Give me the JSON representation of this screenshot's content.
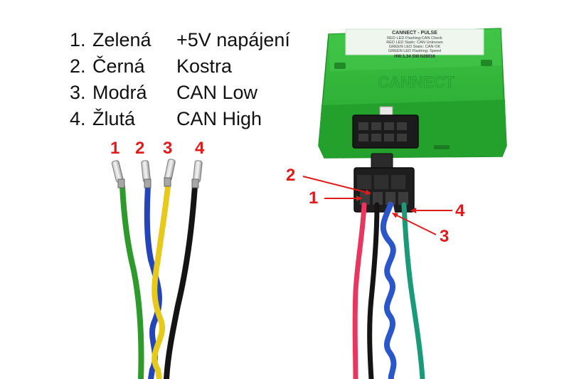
{
  "legend": [
    {
      "num": "1.",
      "color": "Zelená",
      "signal": "+5V napájení"
    },
    {
      "num": "2.",
      "color": "Černá",
      "signal": "Kostra"
    },
    {
      "num": "3.",
      "color": "Modrá",
      "signal": "CAN Low"
    },
    {
      "num": "4.",
      "color": "Žlutá",
      "signal": "CAN High"
    }
  ],
  "wire_numbers": [
    "1",
    "2",
    "3",
    "4"
  ],
  "device_label": {
    "title": "CANNECT - PULSE",
    "lines": [
      "RED LED Flashing:CAN Check",
      "RED LED Static: CAN Unknown",
      "GREEN LED Static: CAN OK",
      "GREEN LED Flashing: Speed"
    ],
    "version": "HW:1.34 SW:N28016"
  },
  "device_embossed": "CANNECT",
  "callouts": [
    "2",
    "1",
    "4",
    "3"
  ],
  "colors": {
    "green_wire": "#2e9a2b",
    "blue_wire": "#2445b8",
    "yellow_wire": "#e6c91a",
    "black_wire": "#141414",
    "pink_wire": "#e8375f",
    "teal_wire": "#1a9a78",
    "device": "#2fb236",
    "callout_red": "#e01b1b"
  }
}
